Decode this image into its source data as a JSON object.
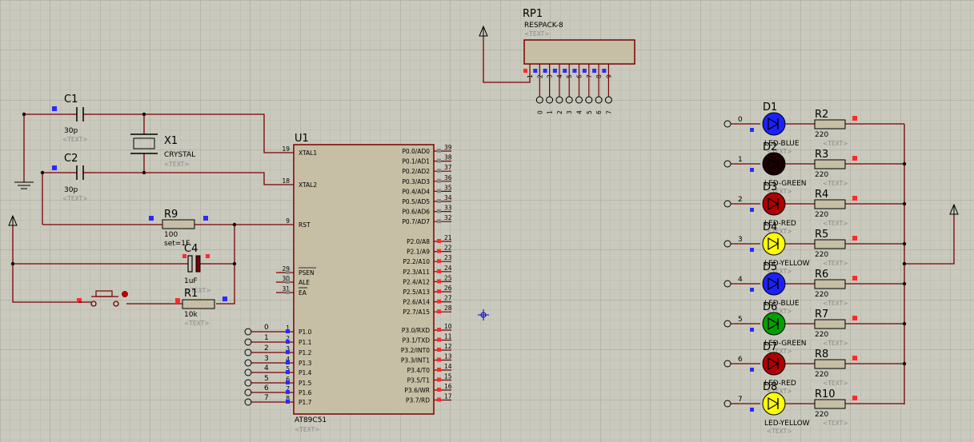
{
  "colors": {
    "background": "#c9c9bd",
    "grid_minor": "#b4b4a8",
    "grid_major": "#a2a296",
    "wire": "#7a0000",
    "chip_fill": "#c6bfa5",
    "pin_red": "#ff2a2a",
    "pin_blue": "#2a2aff",
    "led_blue": "#1a20ff",
    "led_black": "#1a0000",
    "led_red": "#b00000",
    "led_yellow": "#ffff00",
    "led_green": "#00a000",
    "cursor": "#0000cc"
  },
  "placeholder": "<TEXT>",
  "mcu": {
    "ref": "U1",
    "part": "AT89C51",
    "left_pins": [
      {
        "num": "19",
        "name": "XTAL1"
      },
      {
        "num": "18",
        "name": "XTAL2"
      },
      {
        "num": "9",
        "name": "RST"
      },
      {
        "num": "29",
        "name": "PSEN"
      },
      {
        "num": "30",
        "name": "ALE"
      },
      {
        "num": "31",
        "name": "EA"
      },
      {
        "num": "1",
        "name": "P1.0"
      },
      {
        "num": "2",
        "name": "P1.1"
      },
      {
        "num": "3",
        "name": "P1.2"
      },
      {
        "num": "4",
        "name": "P1.3"
      },
      {
        "num": "5",
        "name": "P1.4"
      },
      {
        "num": "6",
        "name": "P1.5"
      },
      {
        "num": "7",
        "name": "P1.6"
      },
      {
        "num": "8",
        "name": "P1.7"
      }
    ],
    "right_pins": [
      {
        "num": "39",
        "name": "P0.0/AD0"
      },
      {
        "num": "38",
        "name": "P0.1/AD1"
      },
      {
        "num": "37",
        "name": "P0.2/AD2"
      },
      {
        "num": "36",
        "name": "P0.3/AD3"
      },
      {
        "num": "35",
        "name": "P0.4/AD4"
      },
      {
        "num": "34",
        "name": "P0.5/AD5"
      },
      {
        "num": "33",
        "name": "P0.6/AD6"
      },
      {
        "num": "32",
        "name": "P0.7/AD7"
      },
      {
        "num": "21",
        "name": "P2.0/A8"
      },
      {
        "num": "22",
        "name": "P2.1/A9"
      },
      {
        "num": "23",
        "name": "P2.2/A10"
      },
      {
        "num": "24",
        "name": "P2.3/A11"
      },
      {
        "num": "25",
        "name": "P2.4/A12"
      },
      {
        "num": "26",
        "name": "P2.5/A13"
      },
      {
        "num": "27",
        "name": "P2.6/A14"
      },
      {
        "num": "28",
        "name": "P2.7/A15"
      },
      {
        "num": "10",
        "name": "P3.0/RXD"
      },
      {
        "num": "11",
        "name": "P3.1/TXD"
      },
      {
        "num": "12",
        "name": "P3.2/INT0"
      },
      {
        "num": "13",
        "name": "P3.3/INT1"
      },
      {
        "num": "14",
        "name": "P3.4/T0"
      },
      {
        "num": "15",
        "name": "P3.5/T1"
      },
      {
        "num": "16",
        "name": "P3.6/WR"
      },
      {
        "num": "17",
        "name": "P3.7/RD"
      }
    ],
    "port_labels": [
      "0",
      "1",
      "2",
      "3",
      "4",
      "5",
      "6",
      "7"
    ]
  },
  "c1": {
    "ref": "C1",
    "value": "30p"
  },
  "c2": {
    "ref": "C2",
    "value": "30p"
  },
  "x1": {
    "ref": "X1",
    "value": "CRYSTAL"
  },
  "r9": {
    "ref": "R9",
    "value": "100"
  },
  "c4": {
    "ref": "C4",
    "value": "1uF",
    "extra": "set=1F"
  },
  "r1": {
    "ref": "R1",
    "value": "10k"
  },
  "rp1": {
    "ref": "RP1",
    "part": "RESPACK-8",
    "pin_numbers": [
      "1",
      "2",
      "3",
      "4",
      "5",
      "6",
      "7",
      "8",
      "9"
    ],
    "net_labels": [
      "0",
      "1",
      "2",
      "3",
      "4",
      "5",
      "6",
      "7"
    ]
  },
  "leds": [
    {
      "ref": "D1",
      "part": "LED-BLUE",
      "net": "0",
      "color": "#1a20ff",
      "res_ref": "R2",
      "res_value": "220"
    },
    {
      "ref": "D2",
      "part": "LED-GREEN",
      "net": "1",
      "color": "#1a0000",
      "res_ref": "R3",
      "res_value": "220"
    },
    {
      "ref": "D3",
      "part": "LED-RED",
      "net": "2",
      "color": "#b00000",
      "res_ref": "R4",
      "res_value": "220"
    },
    {
      "ref": "D4",
      "part": "LED-YELLOW",
      "net": "3",
      "color": "#ffff00",
      "res_ref": "R5",
      "res_value": "220"
    },
    {
      "ref": "D5",
      "part": "LED-BLUE",
      "net": "4",
      "color": "#1a20ff",
      "res_ref": "R6",
      "res_value": "220"
    },
    {
      "ref": "D6",
      "part": "LED-GREEN",
      "net": "5",
      "color": "#00a000",
      "res_ref": "R7",
      "res_value": "220"
    },
    {
      "ref": "D7",
      "part": "LED-RED",
      "net": "6",
      "color": "#b00000",
      "res_ref": "R8",
      "res_value": "220"
    },
    {
      "ref": "D8",
      "part": "LED-YELLOW",
      "net": "7",
      "color": "#ffff00",
      "res_ref": "R10",
      "res_value": "220"
    }
  ]
}
